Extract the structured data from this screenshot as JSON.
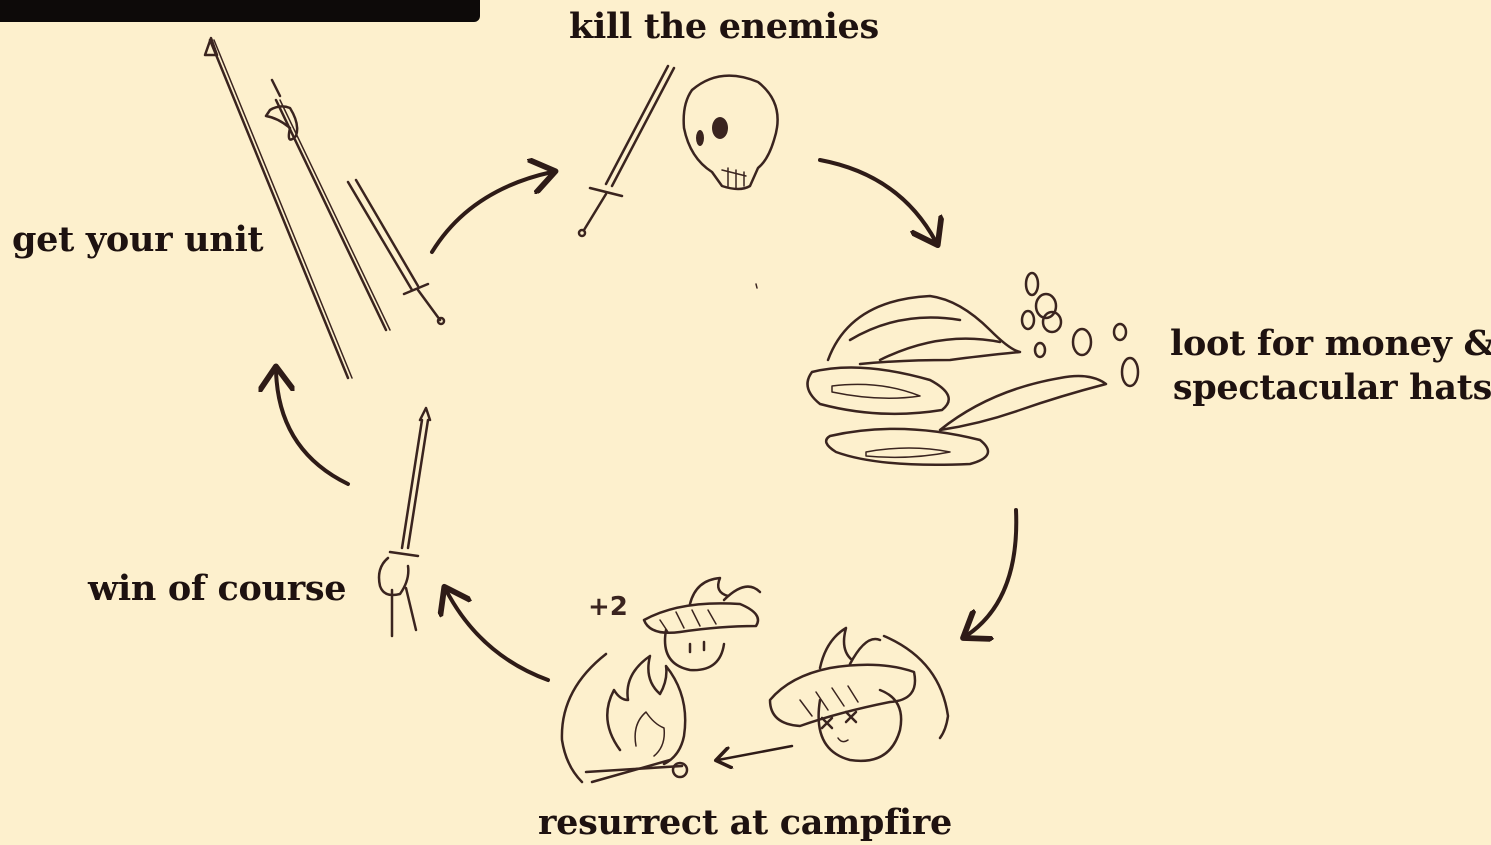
{
  "steps": {
    "kill": "kill the enemies",
    "unit": "get your unit",
    "loot_line1": "loot for money &",
    "loot_line2": "spectacular hats",
    "win": "win of course",
    "resurrect": "resurrect at campfire"
  },
  "bonus_badge": "+2",
  "icons": [
    "weapons-icon",
    "sword-icon",
    "skull-icon",
    "loot-pile-icon",
    "coins-icon",
    "dead-unit-icon",
    "campfire-icon",
    "revived-unit-icon",
    "raised-sword-icon"
  ],
  "colors": {
    "background": "#fdf0cd",
    "ink": "#1e1210",
    "topbar": "#0d0a09"
  }
}
